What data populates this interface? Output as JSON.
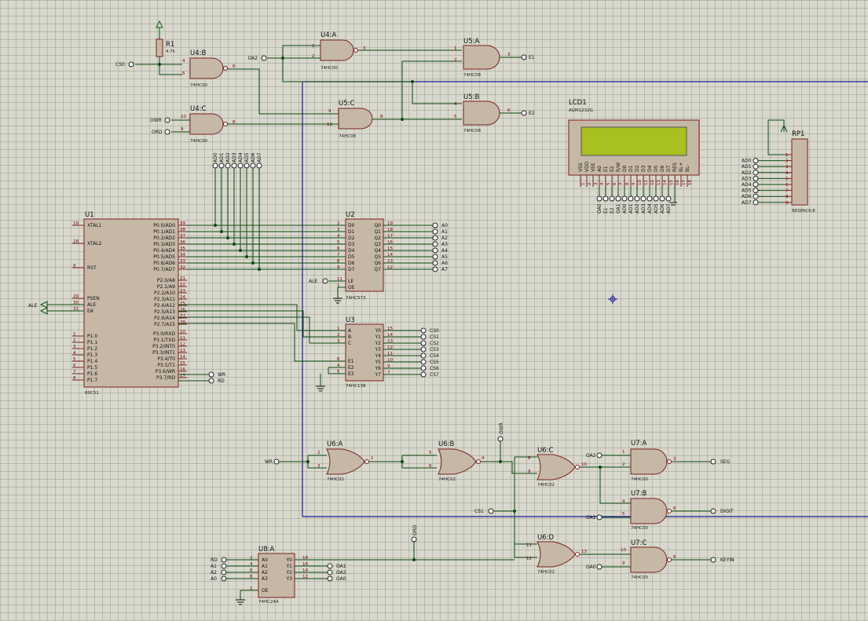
{
  "colors": {
    "wire": "#0b4a10",
    "bus": "#1a1aa0",
    "body": "#c6b8a6",
    "outline": "#7a2020",
    "lcd_screen": "#a8c020"
  },
  "components": {
    "r1": {
      "ref": "R1",
      "value": "4.7k"
    },
    "u4b": {
      "ref": "U4:B",
      "part": "74HC00",
      "pins": [
        "4",
        "5",
        "6"
      ]
    },
    "u4c": {
      "ref": "U4:C",
      "part": "74HC00",
      "pins": [
        "10",
        "9",
        "8"
      ]
    },
    "u4a": {
      "ref": "U4:A",
      "part": "74HC00",
      "pins": [
        "1",
        "2",
        "3"
      ]
    },
    "u5a": {
      "ref": "U5:A",
      "part": "74HC08",
      "pins": [
        "1",
        "2",
        "3"
      ]
    },
    "u5b": {
      "ref": "U5:B",
      "part": "74HC08",
      "pins": [
        "4",
        "5",
        "6"
      ]
    },
    "u5c": {
      "ref": "U5:C",
      "part": "74HC08",
      "pins": [
        "9",
        "10",
        "8"
      ]
    },
    "u6a": {
      "ref": "U6:A",
      "part": "74HC02",
      "pins": [
        "2",
        "3",
        "1"
      ]
    },
    "u6b": {
      "ref": "U6:B",
      "part": "74HC02",
      "pins": [
        "5",
        "6",
        "4"
      ]
    },
    "u6c": {
      "ref": "U6:C",
      "part": "74HC02",
      "pins": [
        "8",
        "9",
        "10"
      ]
    },
    "u6d": {
      "ref": "U6:D",
      "part": "74HC02",
      "pins": [
        "11",
        "12",
        "13"
      ]
    },
    "u7a": {
      "ref": "U7:A",
      "part": "74HC00",
      "pins": [
        "1",
        "2",
        "3"
      ]
    },
    "u7b": {
      "ref": "U7:B",
      "part": "74HC00",
      "pins": [
        "4",
        "5",
        "6"
      ]
    },
    "u7c": {
      "ref": "U7:C",
      "part": "74HC00",
      "pins": [
        "10",
        "9",
        "8"
      ]
    },
    "u1": {
      "ref": "U1",
      "part": "80C51",
      "left_pins": [
        {
          "num": "19",
          "name": "XTAL1"
        },
        {
          "num": "18",
          "name": "XTAL2"
        },
        {
          "num": "9",
          "name": "RST"
        },
        {
          "num": "29",
          "name": "PSEN"
        },
        {
          "num": "30",
          "name": "ALE"
        },
        {
          "num": "31",
          "name": "EA"
        },
        {
          "num": "1",
          "name": "P1.0"
        },
        {
          "num": "2",
          "name": "P1.1"
        },
        {
          "num": "3",
          "name": "P1.2"
        },
        {
          "num": "4",
          "name": "P1.3"
        },
        {
          "num": "5",
          "name": "P1.4"
        },
        {
          "num": "6",
          "name": "P1.5"
        },
        {
          "num": "7",
          "name": "P1.6"
        },
        {
          "num": "8",
          "name": "P1.7"
        }
      ],
      "right_pins": [
        {
          "num": "39",
          "name": "P0.0/AD0"
        },
        {
          "num": "38",
          "name": "P0.1/AD1"
        },
        {
          "num": "37",
          "name": "P0.2/AD2"
        },
        {
          "num": "36",
          "name": "P0.3/AD3"
        },
        {
          "num": "35",
          "name": "P0.4/AD4"
        },
        {
          "num": "34",
          "name": "P0.5/AD5"
        },
        {
          "num": "33",
          "name": "P0.6/AD6"
        },
        {
          "num": "32",
          "name": "P0.7/AD7"
        },
        {
          "num": "21",
          "name": "P2.0/A8"
        },
        {
          "num": "22",
          "name": "P2.1/A9"
        },
        {
          "num": "23",
          "name": "P2.2/A10"
        },
        {
          "num": "24",
          "name": "P2.3/A11"
        },
        {
          "num": "25",
          "name": "P2.4/A12"
        },
        {
          "num": "26",
          "name": "P2.5/A13"
        },
        {
          "num": "27",
          "name": "P2.6/A14"
        },
        {
          "num": "28",
          "name": "P2.7/A15"
        },
        {
          "num": "10",
          "name": "P3.0/RXD"
        },
        {
          "num": "11",
          "name": "P3.1/TXD"
        },
        {
          "num": "12",
          "name": "P3.2/INT0"
        },
        {
          "num": "13",
          "name": "P3.3/INT1"
        },
        {
          "num": "14",
          "name": "P3.4/T0"
        },
        {
          "num": "15",
          "name": "P3.5/T1"
        },
        {
          "num": "16",
          "name": "P3.6/WR"
        },
        {
          "num": "17",
          "name": "P3.7/RD"
        }
      ]
    },
    "u2": {
      "ref": "U2",
      "part": "74HC573",
      "left_pins": [
        {
          "num": "2",
          "name": "D0"
        },
        {
          "num": "3",
          "name": "D1"
        },
        {
          "num": "4",
          "name": "D2"
        },
        {
          "num": "5",
          "name": "D3"
        },
        {
          "num": "6",
          "name": "D4"
        },
        {
          "num": "7",
          "name": "D5"
        },
        {
          "num": "8",
          "name": "D6"
        },
        {
          "num": "9",
          "name": "D7"
        },
        {
          "num": "11",
          "name": "LE"
        },
        {
          "num": "1",
          "name": "OE"
        }
      ],
      "right_pins": [
        {
          "num": "19",
          "name": "Q0"
        },
        {
          "num": "18",
          "name": "Q1"
        },
        {
          "num": "17",
          "name": "Q2"
        },
        {
          "num": "16",
          "name": "Q3"
        },
        {
          "num": "15",
          "name": "Q4"
        },
        {
          "num": "14",
          "name": "Q5"
        },
        {
          "num": "13",
          "name": "Q6"
        },
        {
          "num": "12",
          "name": "Q7"
        }
      ]
    },
    "u3": {
      "ref": "U3",
      "part": "74HC138",
      "left_pins": [
        {
          "num": "1",
          "name": "A"
        },
        {
          "num": "2",
          "name": "B"
        },
        {
          "num": "3",
          "name": "C"
        },
        {
          "num": "6",
          "name": "E1"
        },
        {
          "num": "4",
          "name": "E2"
        },
        {
          "num": "5",
          "name": "E3"
        }
      ],
      "right_pins": [
        {
          "num": "15",
          "name": "Y0"
        },
        {
          "num": "14",
          "name": "Y1"
        },
        {
          "num": "13",
          "name": "Y2"
        },
        {
          "num": "12",
          "name": "Y3"
        },
        {
          "num": "11",
          "name": "Y4"
        },
        {
          "num": "10",
          "name": "Y5"
        },
        {
          "num": "9",
          "name": "Y6"
        },
        {
          "num": "7",
          "name": "Y7"
        }
      ]
    },
    "u8a": {
      "ref": "U8:A",
      "part": "74HC244",
      "left_pins": [
        {
          "num": "2",
          "name": "A0"
        },
        {
          "num": "4",
          "name": "A1"
        },
        {
          "num": "6",
          "name": "A2"
        },
        {
          "num": "8",
          "name": "A3"
        },
        {
          "num": "1",
          "name": "OE"
        }
      ],
      "right_pins": [
        {
          "num": "18",
          "name": "Y0"
        },
        {
          "num": "16",
          "name": "Y1"
        },
        {
          "num": "14",
          "name": "Y2"
        },
        {
          "num": "12",
          "name": "Y3"
        }
      ]
    },
    "lcd1": {
      "ref": "LCD1",
      "part": "AGM1232G",
      "pins": [
        "VSS",
        "VDD",
        "VEE",
        "A0",
        "E1",
        "E2",
        "R/W",
        "D0",
        "D1",
        "D2",
        "D3",
        "D4",
        "D5",
        "D6",
        "D7",
        "RES",
        "BL+",
        "BL-"
      ],
      "pin_numbers": [
        "1",
        "2",
        "3",
        "4",
        "5",
        "6",
        "7",
        "8",
        "9",
        "10",
        "11",
        "12",
        "13",
        "14",
        "15",
        "16",
        "17",
        "18"
      ],
      "net_labels": [
        "OA0",
        "E1",
        "E2",
        "OA1",
        "AD0",
        "AD1",
        "AD2",
        "AD3",
        "AD4",
        "AD5",
        "AD6",
        "AD7"
      ]
    },
    "rp1": {
      "ref": "RP1",
      "part": "RESPACK-8",
      "pins": [
        "1",
        "2",
        "3",
        "4",
        "5",
        "6",
        "7",
        "8",
        "9"
      ]
    }
  },
  "nets": {
    "ad_bus": [
      "AD0",
      "AD1",
      "AD2",
      "AD3",
      "AD4",
      "AD5",
      "AD6",
      "AD7"
    ],
    "u2_outputs": [
      "A0",
      "A1",
      "A2",
      "A3",
      "A4",
      "A5",
      "A6",
      "A7"
    ],
    "u3_outputs": [
      "CS0",
      "CS1",
      "CS2",
      "CS3",
      "CS4",
      "CS5",
      "CS6",
      "CS7"
    ],
    "u8_inputs": [
      "RD",
      "A1",
      "A2",
      "A0"
    ],
    "u8_outputs": [
      "OA1",
      "OA2",
      "OA0"
    ],
    "cs0": "CS0",
    "oa2": "OA2",
    "owr": "OWR",
    "ord": "ORD",
    "e1": "E1",
    "e2": "E2",
    "ale": "ALE",
    "wr": "WR",
    "rd": "RD",
    "cs1": "CS1",
    "oa1": "OA1",
    "oa0": "OA0",
    "seg": "SEG",
    "digit": "DIGIT",
    "keyin": "KEYIN"
  }
}
